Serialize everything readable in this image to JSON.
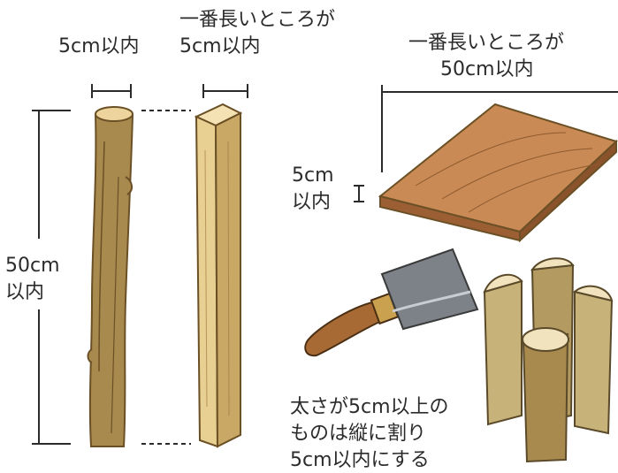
{
  "labels": {
    "branch_width": "5cm以内",
    "lumber_longest_line1": "一番長いところが",
    "lumber_longest_line2": "5cm以内",
    "board_longest_line1": "一番長いところが",
    "board_longest_line2": "50cm以内",
    "board_thickness_line1": "5cm",
    "board_thickness_line2": "以内",
    "length_line1": "50cm",
    "length_line2": "以内",
    "split_note_line1": "太さが5cm以上の",
    "split_note_line2": "ものは縦に割り",
    "split_note_line3": "5cm以内にする"
  },
  "colors": {
    "line": "#2b2b2b",
    "bark": "#a88a4e",
    "bark_dark": "#6b5026",
    "lumber": "#e8cf92",
    "lumber_shade": "#c9a866",
    "board_top": "#c98a55",
    "board_edge": "#9c5f33",
    "knife_blade": "#7d8288",
    "knife_handle": "#a86a34",
    "split_wood": "#c7b27a",
    "split_end": "#f1e3bd"
  }
}
